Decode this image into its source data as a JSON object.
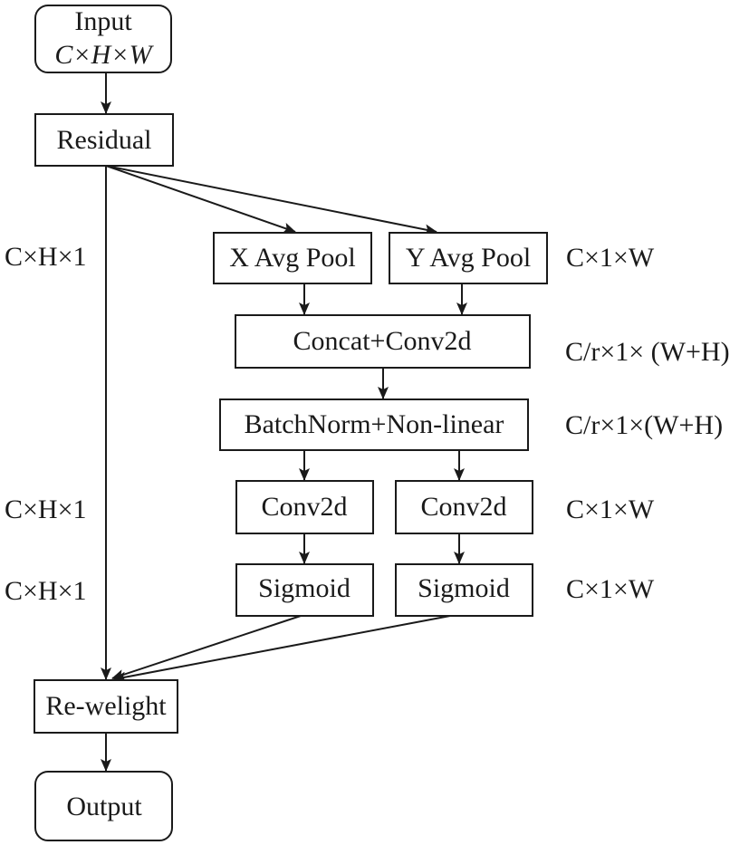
{
  "nodes": {
    "input": {
      "line1": "Input",
      "line2": "C×H×W"
    },
    "residual": {
      "label": "Residual"
    },
    "x_avg_pool": {
      "label": "X Avg Pool"
    },
    "y_avg_pool": {
      "label": "Y Avg Pool"
    },
    "concat_conv2d": {
      "label": "Concat+Conv2d"
    },
    "batchnorm_nonlinear": {
      "label": "BatchNorm+Non-linear"
    },
    "conv2d_left": {
      "label": "Conv2d"
    },
    "conv2d_right": {
      "label": "Conv2d"
    },
    "sigmoid_left": {
      "label": "Sigmoid"
    },
    "sigmoid_right": {
      "label": "Sigmoid"
    },
    "reweight": {
      "label": "Re-welight"
    },
    "output": {
      "label": "Output"
    }
  },
  "dims": {
    "left_top": "C×H×1",
    "right_pool": "C×1×W",
    "right_concat": "C/r×1× (W+H)",
    "right_batchnorm": "C/r×1×(W+H)",
    "left_conv": "C×H×1",
    "right_conv": "C×1×W",
    "left_sigmoid": "C×H×1",
    "right_sigmoid": "C×1×W"
  },
  "edges": [
    {
      "from": "input",
      "to": "residual"
    },
    {
      "from": "residual",
      "to": "x_avg_pool"
    },
    {
      "from": "residual",
      "to": "y_avg_pool"
    },
    {
      "from": "residual",
      "to": "reweight"
    },
    {
      "from": "x_avg_pool",
      "to": "concat_conv2d"
    },
    {
      "from": "y_avg_pool",
      "to": "concat_conv2d"
    },
    {
      "from": "concat_conv2d",
      "to": "batchnorm_nonlinear"
    },
    {
      "from": "batchnorm_nonlinear",
      "to": "conv2d_left"
    },
    {
      "from": "batchnorm_nonlinear",
      "to": "conv2d_right"
    },
    {
      "from": "conv2d_left",
      "to": "sigmoid_left"
    },
    {
      "from": "conv2d_right",
      "to": "sigmoid_right"
    },
    {
      "from": "sigmoid_left",
      "to": "reweight"
    },
    {
      "from": "sigmoid_right",
      "to": "reweight"
    },
    {
      "from": "reweight",
      "to": "output"
    }
  ]
}
